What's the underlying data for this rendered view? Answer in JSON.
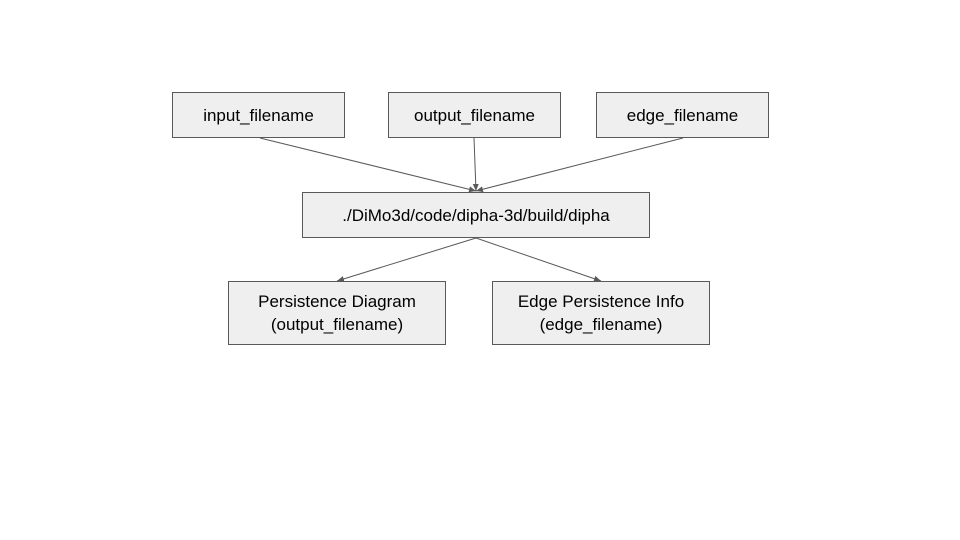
{
  "diagram": {
    "colors": {
      "node_fill": "#efefef",
      "node_border": "#595959",
      "edge": "#595959",
      "text": "#000000",
      "background": "#ffffff"
    },
    "nodes": {
      "input": {
        "label": "input_filename"
      },
      "output": {
        "label": "output_filename"
      },
      "edge": {
        "label": "edge_filename"
      },
      "dipha": {
        "label": "./DiMo3d/code/dipha-3d/build/dipha"
      },
      "persistence_diagram": {
        "line1": "Persistence Diagram",
        "line2": "(output_filename)"
      },
      "edge_persistence_info": {
        "line1": "Edge Persistence Info",
        "line2": "(edge_filename)"
      }
    },
    "edges": [
      {
        "from": "input",
        "to": "dipha"
      },
      {
        "from": "output",
        "to": "dipha"
      },
      {
        "from": "edge",
        "to": "dipha"
      },
      {
        "from": "dipha",
        "to": "persistence_diagram"
      },
      {
        "from": "dipha",
        "to": "edge_persistence_info"
      }
    ]
  }
}
